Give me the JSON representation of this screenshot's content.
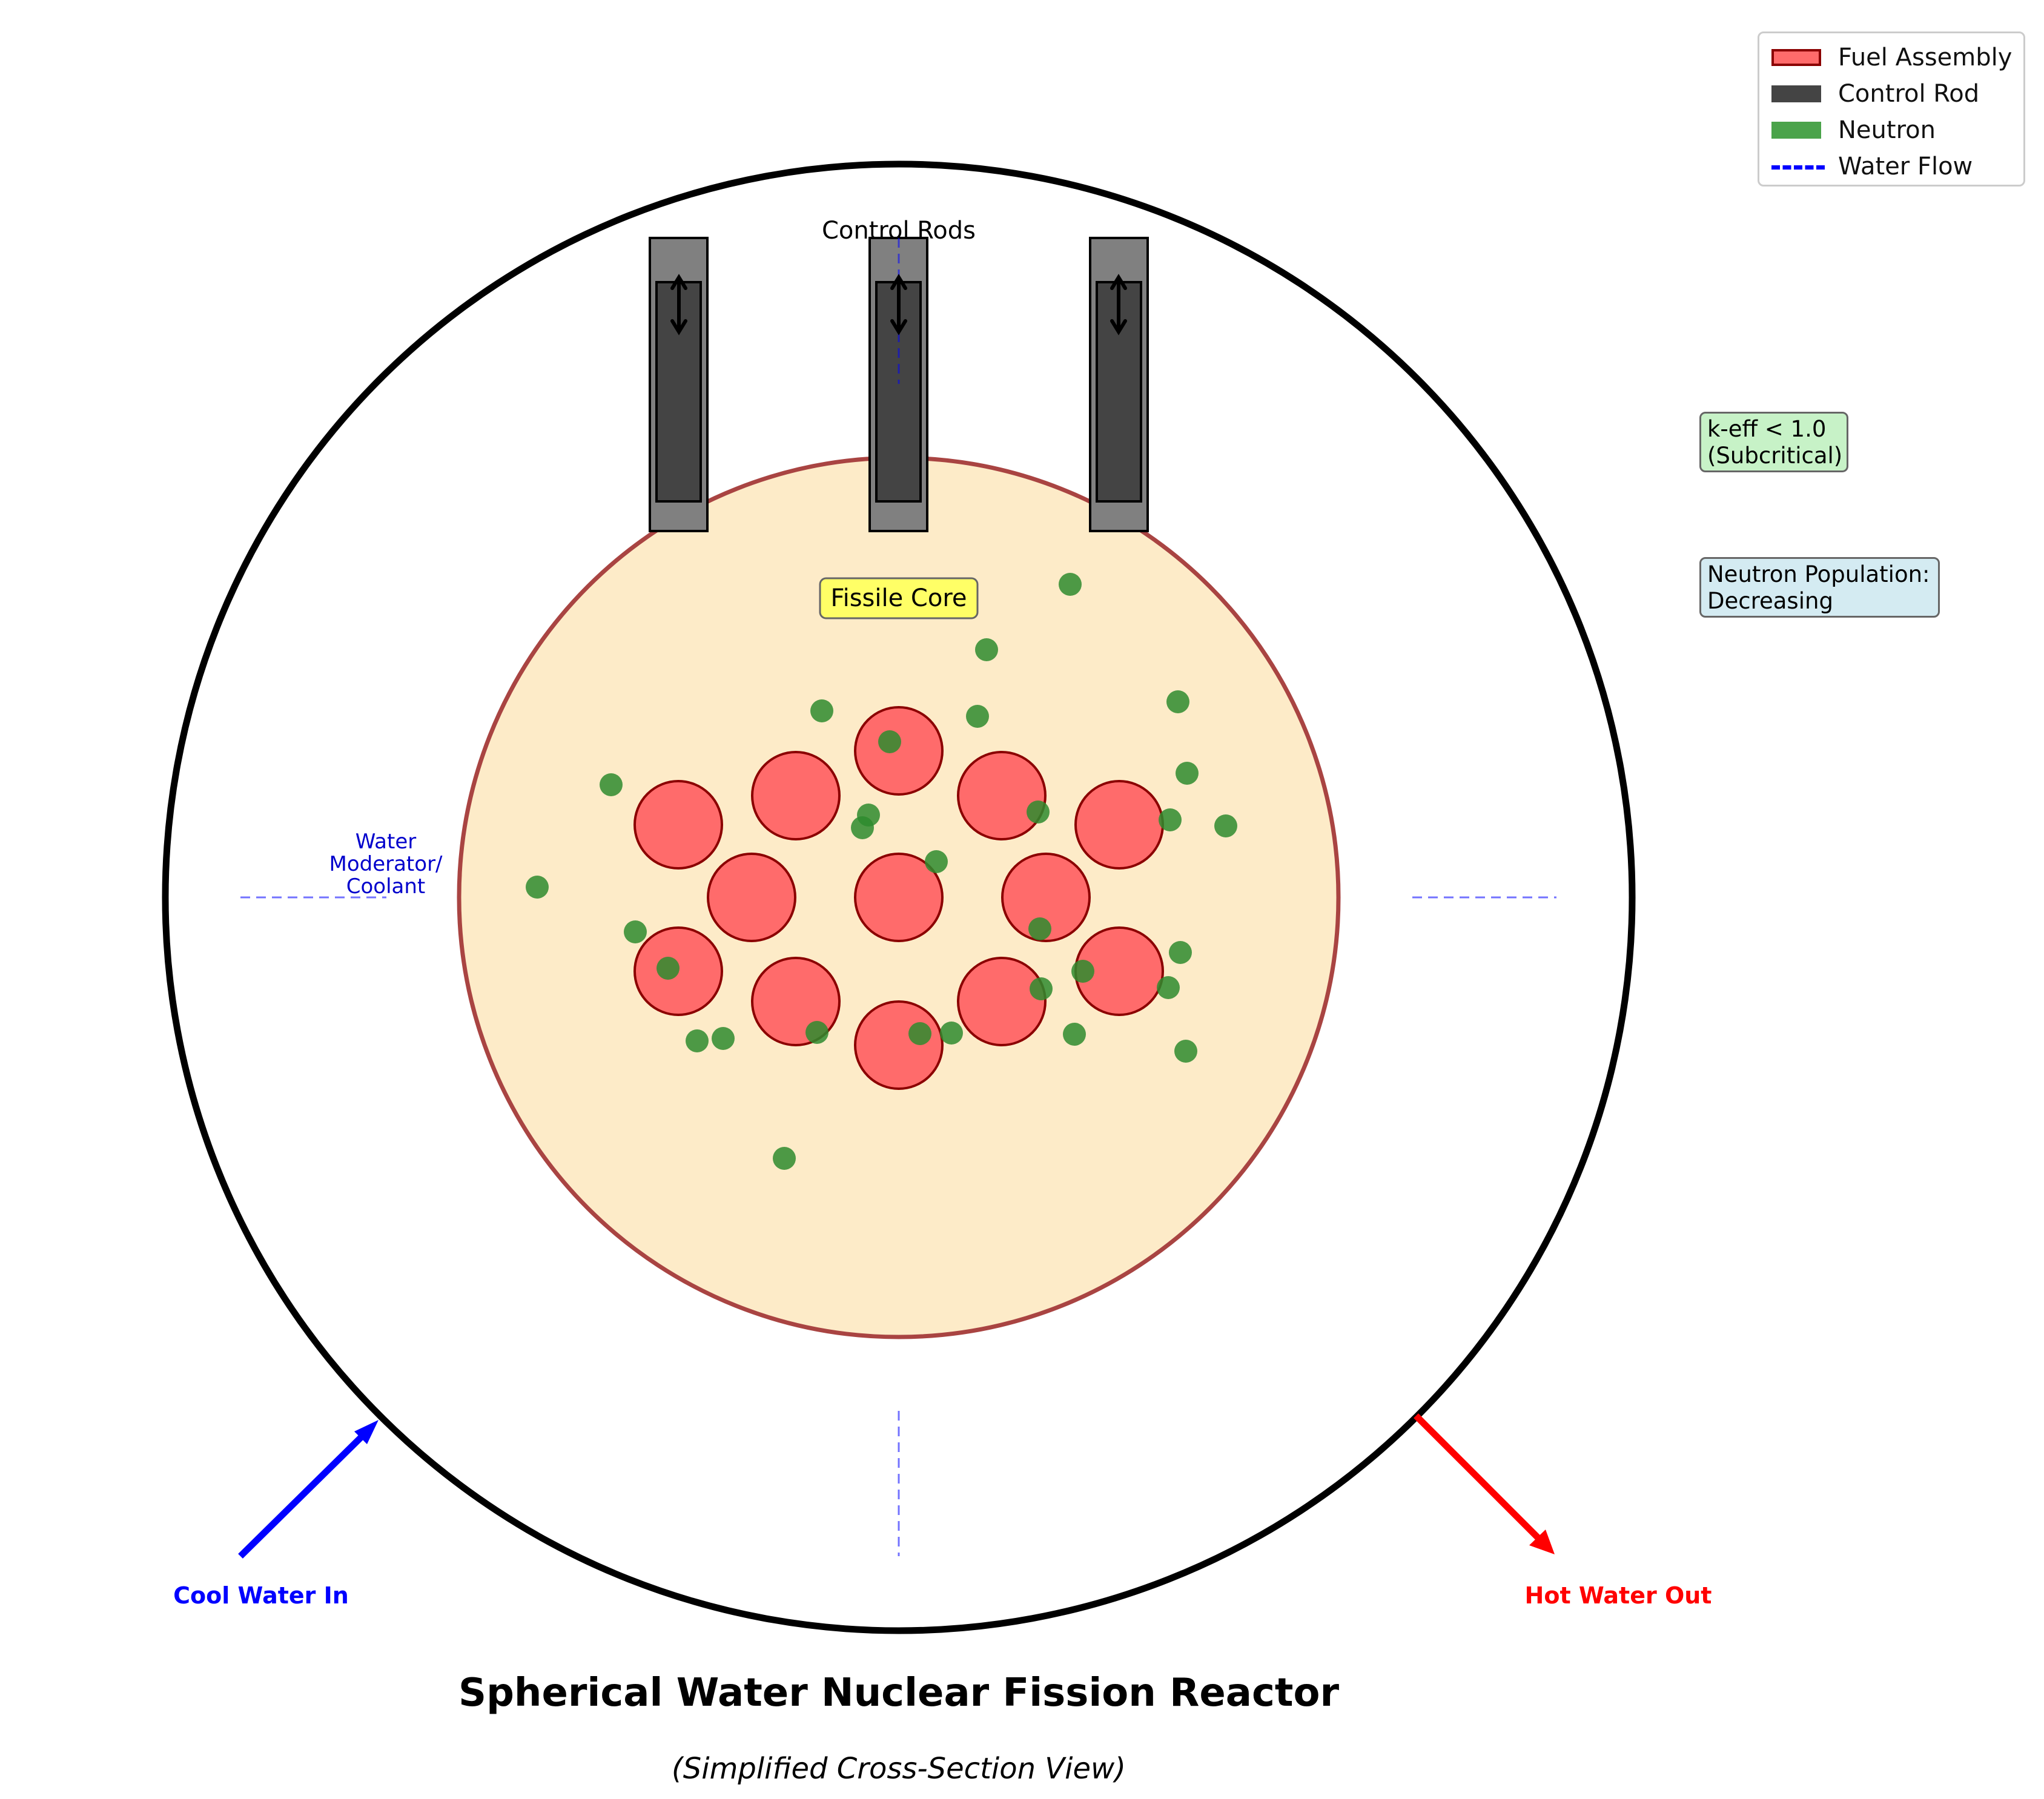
{
  "title": "Spherical Water Nuclear Fission Reactor",
  "subtitle": "(Simplified Cross-Section View)",
  "labels": {
    "control_rods": "Control Rods",
    "fissile_core": "Fissile Core",
    "moderator": [
      "Water",
      "Moderator/",
      "Coolant"
    ],
    "cool_in": "Cool Water In",
    "hot_out": "Hot Water Out"
  },
  "status": {
    "keff": "k-eff < 1.0\n(Subcritical)",
    "neutron_population": "Neutron Population:\nDecreasing"
  },
  "legend": [
    {
      "label": "Fuel Assembly",
      "kind": "fuel"
    },
    {
      "label": "Control Rod",
      "kind": "rod"
    },
    {
      "label": "Neutron",
      "kind": "neutron"
    },
    {
      "label": "Water Flow",
      "kind": "water"
    }
  ],
  "colors": {
    "fuel_fill": "#ff6b6b",
    "fuel_edge": "#8b0000",
    "core_fill": "#fdebc8",
    "core_edge": "#a94442",
    "control_rod": "#444444",
    "rod_guide": "#808080",
    "neutron": "#2e8b2e",
    "water_flow": "#0000ff",
    "cool_water": "#0000ff",
    "hot_water": "#ff0000",
    "fissile_label_bg": "#ffff66"
  }
}
